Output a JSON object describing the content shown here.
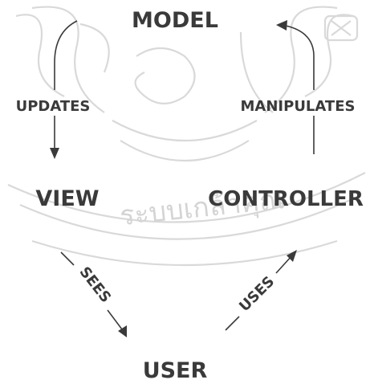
{
  "nodes": {
    "model": "MODEL",
    "view": "VIEW",
    "controller": "CONTROLLER",
    "user": "USER"
  },
  "edges": {
    "updates": "UPDATES",
    "manipulates": "MANIPULATES",
    "sees": "SEES",
    "uses": "USES"
  },
  "watermark": {
    "text": "ระบบเกล้าคุณ"
  },
  "colors": {
    "ink": "#3a3a3a",
    "watermark": "#d9d9d9",
    "background": "#ffffff"
  }
}
